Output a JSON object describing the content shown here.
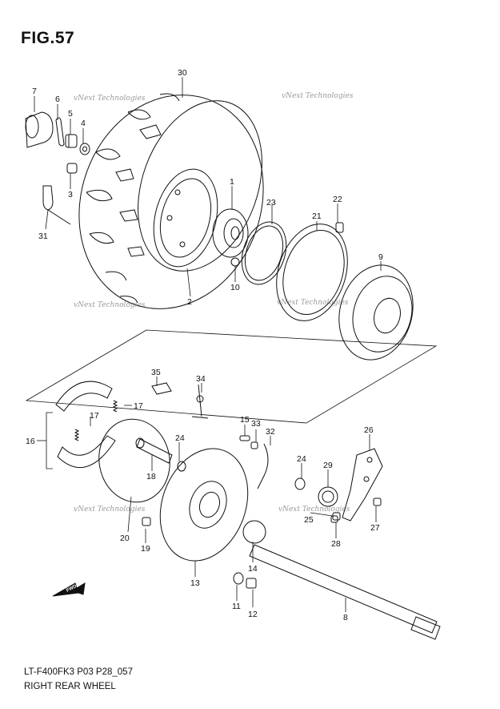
{
  "figure_title": "FIG.57",
  "footer": {
    "code": "LT-F400FK3 P03 P28_057",
    "name": "RIGHT REAR WHEEL"
  },
  "watermark": "vNext Technologies",
  "fwd_label": "FWD",
  "parts": {
    "p1": "1",
    "p2": "2",
    "p3": "3",
    "p4": "4",
    "p5": "5",
    "p6": "6",
    "p7": "7",
    "p8": "8",
    "p9": "9",
    "p10": "10",
    "p11": "11",
    "p12": "12",
    "p13": "13",
    "p14": "14",
    "p15": "15",
    "p16": "16",
    "p17a": "17",
    "p17b": "17",
    "p18": "18",
    "p19": "19",
    "p20": "20",
    "p21": "21",
    "p22": "22",
    "p23": "23",
    "p24a": "24",
    "p24b": "24",
    "p25": "25",
    "p26": "26",
    "p27": "27",
    "p28": "28",
    "p29": "29",
    "p30": "30",
    "p31": "31",
    "p32": "32",
    "p33": "33",
    "p34": "34",
    "p35": "35"
  }
}
